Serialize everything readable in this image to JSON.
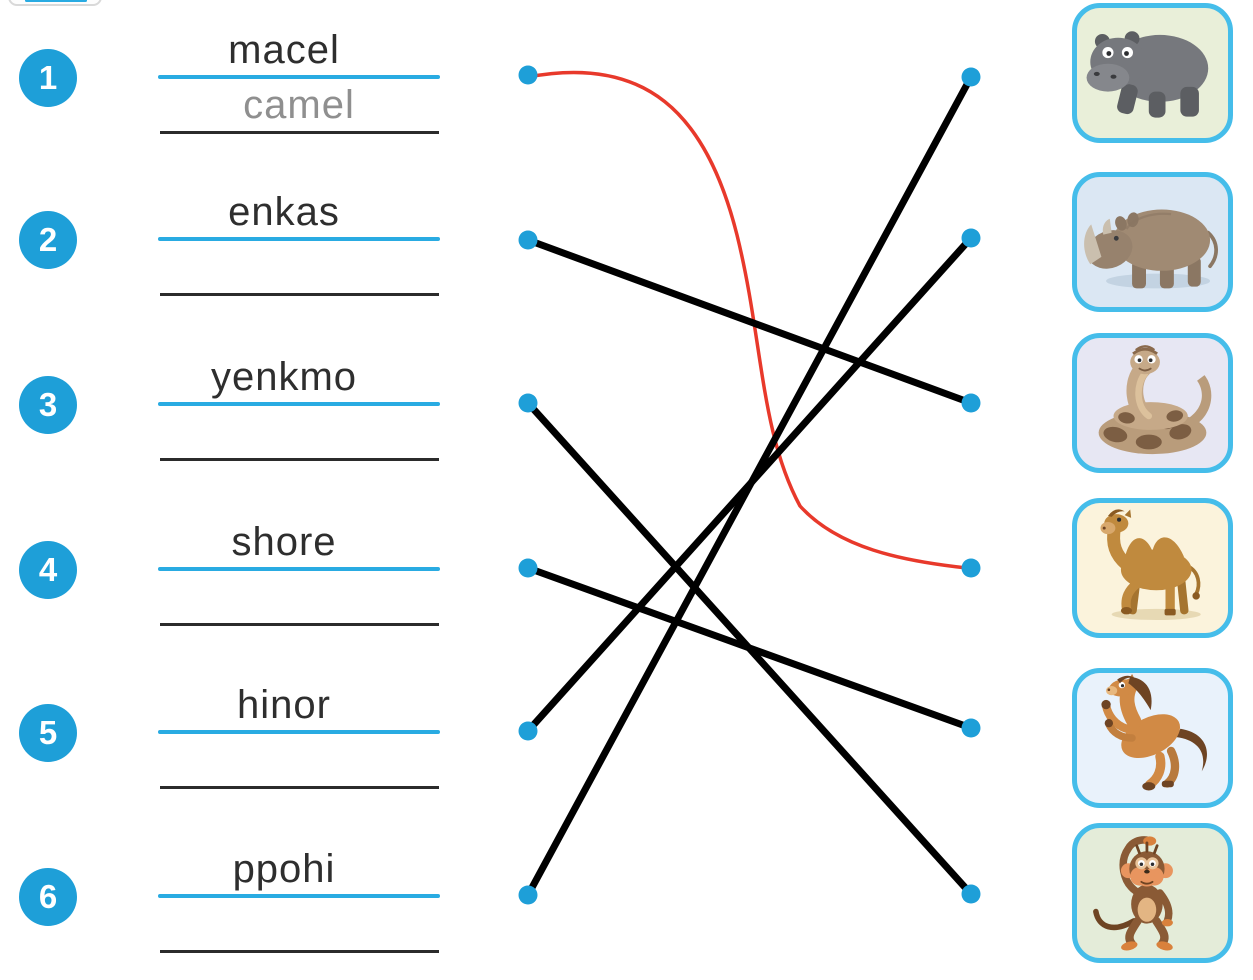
{
  "exercise": {
    "items": [
      {
        "number": "1",
        "scrambled": "macel",
        "answer": "camel"
      },
      {
        "number": "2",
        "scrambled": "enkas",
        "answer": ""
      },
      {
        "number": "3",
        "scrambled": "yenkmo",
        "answer": ""
      },
      {
        "number": "4",
        "scrambled": "shore",
        "answer": ""
      },
      {
        "number": "5",
        "scrambled": "hinor",
        "answer": ""
      },
      {
        "number": "6",
        "scrambled": "ppohi",
        "answer": ""
      }
    ],
    "animals": [
      {
        "name": "hippo",
        "bg": "#e9efd9"
      },
      {
        "name": "rhino",
        "bg": "#dbe7f3"
      },
      {
        "name": "snake",
        "bg": "#e7e7f3"
      },
      {
        "name": "camel",
        "bg": "#fbf3dc"
      },
      {
        "name": "horse",
        "bg": "#e9f2fb"
      },
      {
        "name": "monkey",
        "bg": "#e4ecd9"
      }
    ],
    "connections": [
      {
        "from": 1,
        "to": 4,
        "type": "curve",
        "color": "#e8392b"
      },
      {
        "from": 2,
        "to": 3,
        "type": "line",
        "color": "#000000"
      },
      {
        "from": 3,
        "to": 6,
        "type": "line",
        "color": "#000000"
      },
      {
        "from": 4,
        "to": 5,
        "type": "line",
        "color": "#000000"
      },
      {
        "from": 5,
        "to": 2,
        "type": "line",
        "color": "#000000"
      },
      {
        "from": 6,
        "to": 1,
        "type": "line",
        "color": "#000000"
      }
    ],
    "colors": {
      "badge": "#1e9fd8",
      "dot": "#1e9fd8",
      "underline_blue": "#29abe2",
      "writing_line": "#2b2b2b",
      "card_border": "#45bdea",
      "example_line_red": "#e8392b",
      "drawn_line_black": "#000000",
      "answer_gray": "#8f8f8f"
    }
  }
}
